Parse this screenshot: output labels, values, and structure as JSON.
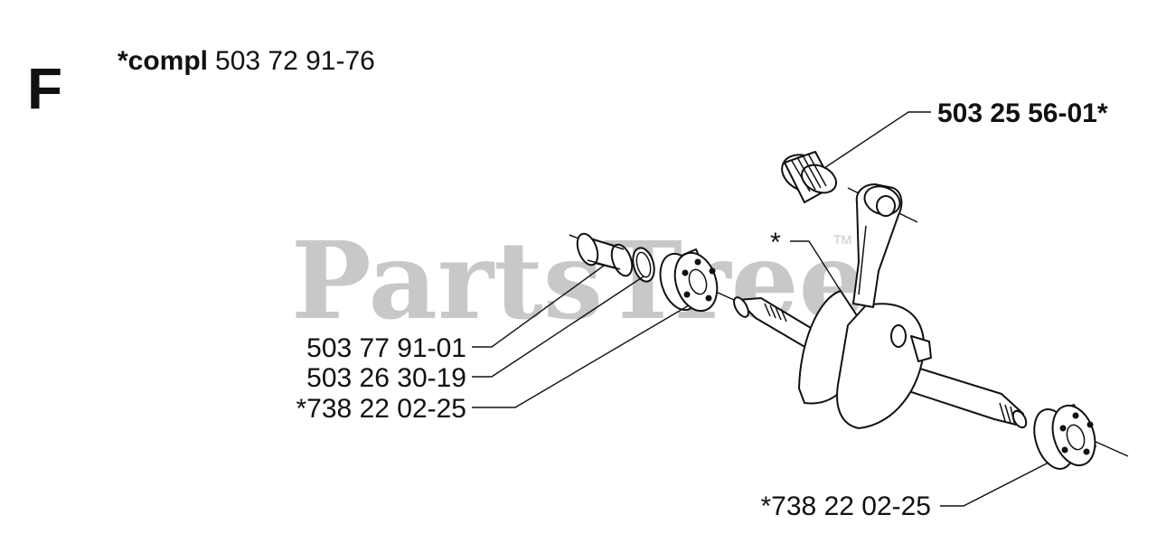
{
  "section_letter": "F",
  "header": {
    "prefix": "*compl",
    "number": "503 72 91-76"
  },
  "watermark": {
    "text": "PartsTree",
    "trademark": "TM"
  },
  "colors": {
    "ink": "#111111",
    "watermark": "#c8c8c8",
    "background": "#ffffff"
  },
  "parts": [
    {
      "id": "needle-bearing",
      "label": "503 25 56-01*",
      "bold": true
    },
    {
      "id": "crankshaft",
      "label": "*",
      "bold": false
    },
    {
      "id": "piston-pin-bearing",
      "label": "503 77 91-01",
      "bold": false
    },
    {
      "id": "o-ring",
      "label": "503 26 30-19",
      "bold": false
    },
    {
      "id": "ball-bearing-left",
      "label": "*738 22 02-25",
      "bold": false
    },
    {
      "id": "ball-bearing-right",
      "label": "*738 22 02-25",
      "bold": false
    }
  ]
}
